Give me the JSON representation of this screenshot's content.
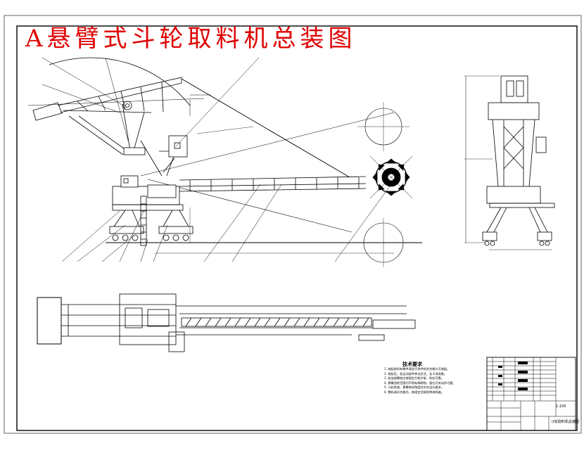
{
  "drawing": {
    "title": "A悬臂式斗轮取料机总装图"
  },
  "technical_requirements": {
    "heading": "技术要求",
    "notes": [
      "1. 装配前所有零件清洗干净并检验合格方可装配。",
      "2. 装配后，各运动部件转动灵活，无卡滞现象。",
      "3. 各连接螺栓应按规定力矩拧紧，防松可靠。",
      "4. 悬臂回转范围内不得有障碍物，限位开关动作可靠。",
      "5. 斗轮转速、悬臂俯仰角度应符合设计要求。",
      "6. 整机调试合格后，按规定涂装防锈漆两遍。"
    ]
  },
  "title_block": {
    "drawing_name": "斗轮取料机总装图",
    "scale": "1:100"
  },
  "colors": {
    "title": "#e00000",
    "lines": "#000000",
    "background": "#ffffff"
  }
}
